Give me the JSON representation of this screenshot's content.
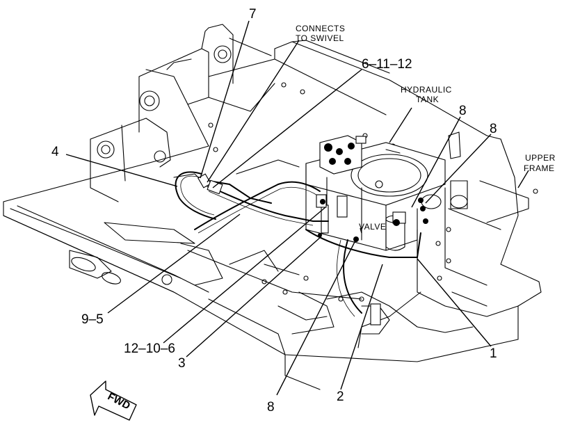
{
  "callouts": {
    "c7": "7",
    "c6_11_12": "6–11–12",
    "c8_upper": "8",
    "c8_right": "8",
    "c4": "4",
    "c9_5": "9–5",
    "c12_10_6": "12–10–6",
    "c3": "3",
    "c8_bottom": "8",
    "c2": "2",
    "c1": "1"
  },
  "notes": {
    "connects_line1": "CONNECTS",
    "connects_line2": "TO SWIVEL",
    "hydraulic_line1": "HYDRAULIC",
    "hydraulic_line2": "TANK",
    "upper_line1": "UPPER",
    "upper_line2": "FRAME",
    "valve": "VALVE",
    "fwd": "FWD"
  },
  "colors": {
    "ink": "#000000",
    "paper": "#ffffff"
  }
}
